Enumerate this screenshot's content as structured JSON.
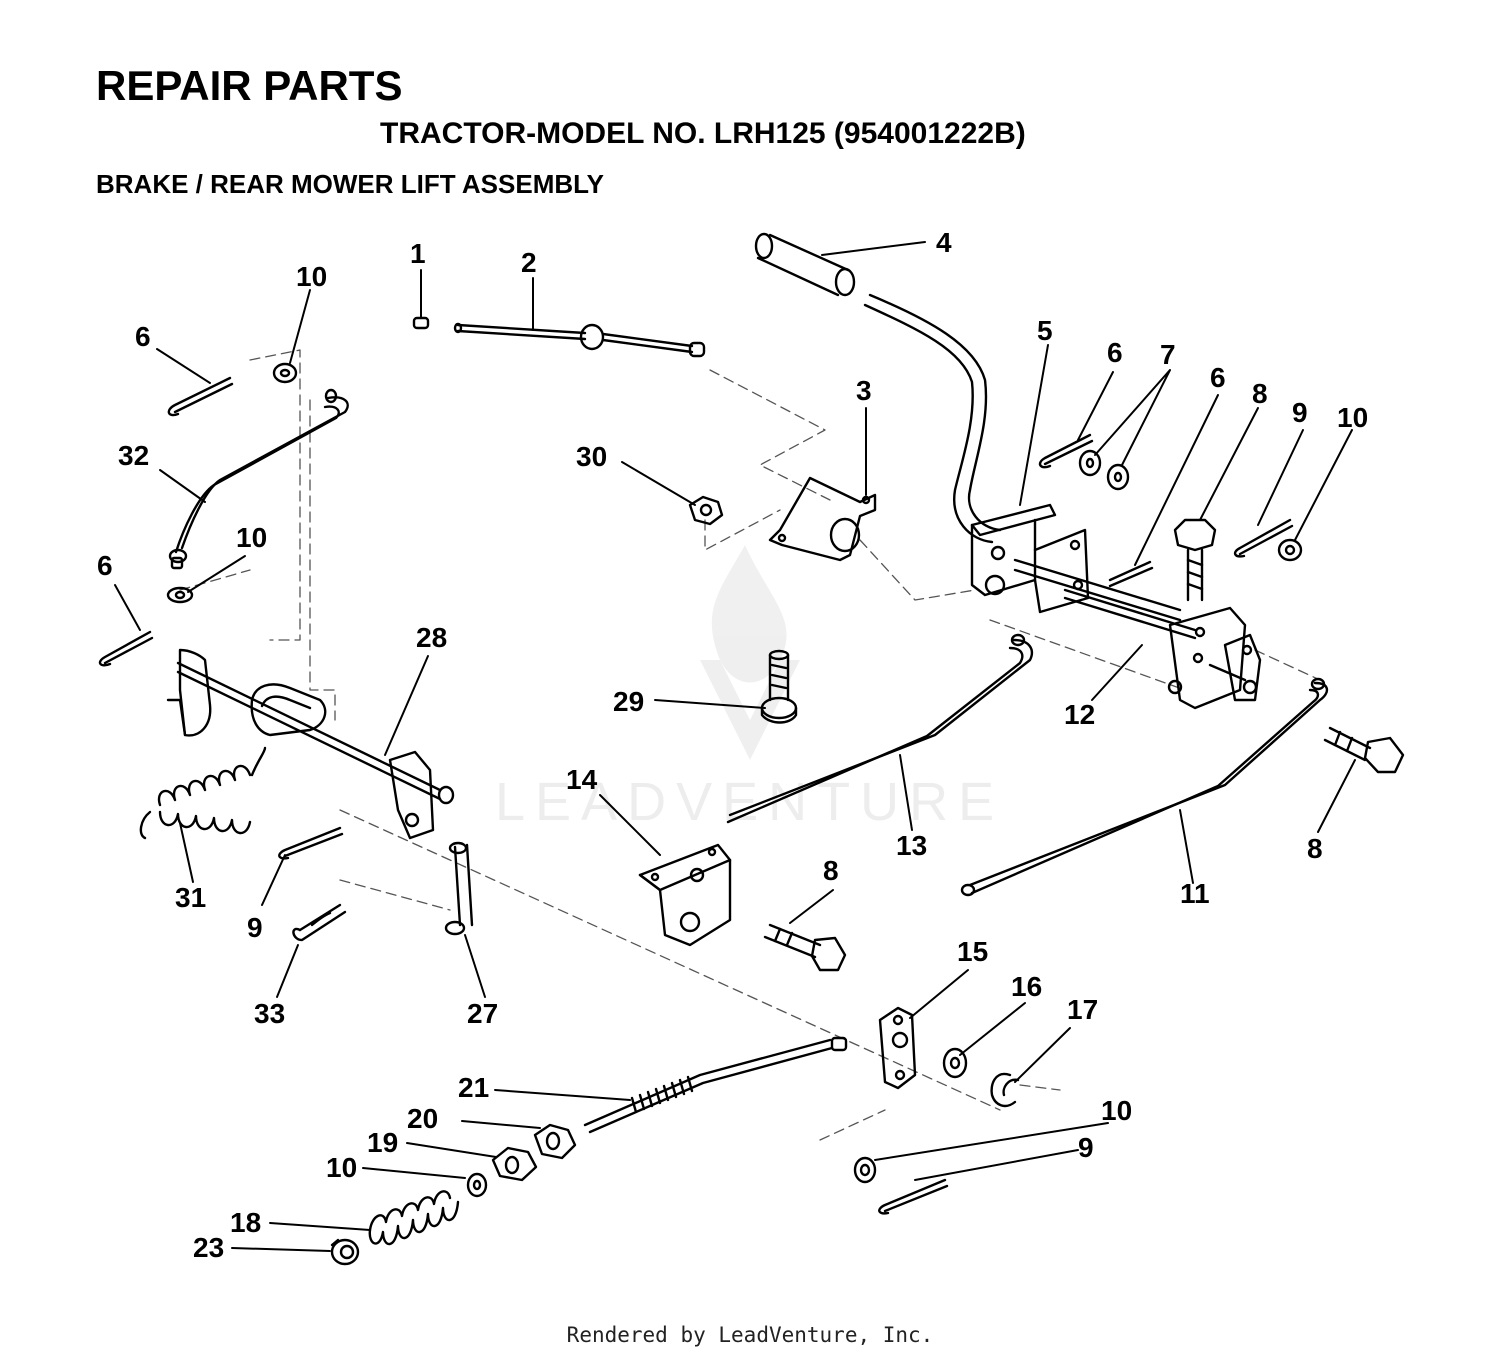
{
  "header": {
    "title": "REPAIR PARTS",
    "model": "TRACTOR-MODEL NO. LRH125 (954001222B)",
    "section": "BRAKE / REAR MOWER LIFT ASSEMBLY"
  },
  "watermark": "LEADVENTURE",
  "footer": "Rendered by LeadVenture, Inc.",
  "callouts": [
    "1",
    "2",
    "4",
    "10",
    "6",
    "5",
    "6",
    "7",
    "3",
    "6",
    "8",
    "9",
    "10",
    "32",
    "30",
    "10",
    "6",
    "28",
    "12",
    "29",
    "14",
    "13",
    "8",
    "31",
    "11",
    "9",
    "8",
    "33",
    "27",
    "15",
    "16",
    "17",
    "21",
    "20",
    "10",
    "19",
    "9",
    "10",
    "18",
    "23"
  ]
}
